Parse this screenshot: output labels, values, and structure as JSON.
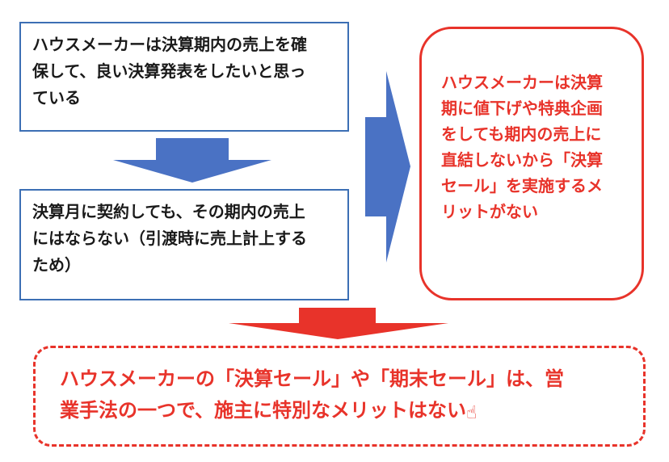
{
  "box1": {
    "lines": [
      "ハウスメーカーは決算期内の売上を確",
      "保して、良い決算発表をしたいと思っ",
      "ている"
    ]
  },
  "box2": {
    "lines": [
      "決算月に契約しても、その期内の売上",
      "にはならない（引渡時に売上計上する",
      "ため）"
    ]
  },
  "box3": {
    "lines": [
      "ハウスメーカーは決算",
      "期に値下げや特典企画",
      "をしても期内の売上に",
      "直結しないから「決算",
      "セール」を実施するメ",
      "リットがない"
    ]
  },
  "box4": {
    "lines": [
      "ハウスメーカーの「決算セール」や「期末セール」は、営",
      "業手法の一つで、施主に特別なメリットはない"
    ],
    "icon": "pointing-hand-icon"
  },
  "colors": {
    "blue": "#4a72c4",
    "red": "#e8332a"
  }
}
